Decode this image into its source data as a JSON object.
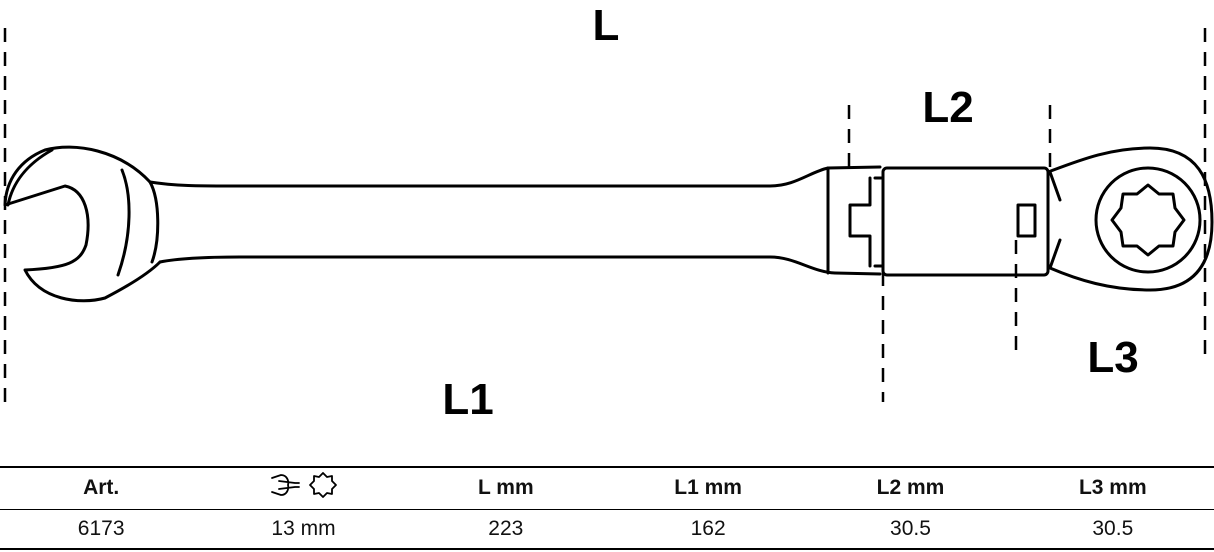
{
  "diagram": {
    "labels": {
      "overall": "L",
      "handle": "L1",
      "joint": "L2",
      "head": "L3"
    }
  },
  "table": {
    "headers": {
      "article": "Art.",
      "size_icons": "wrench-open-end-icon, twelve-point-ring-icon",
      "l": "L mm",
      "l1": "L1 mm",
      "l2": "L2 mm",
      "l3": "L3 mm"
    },
    "rows": [
      {
        "article": "6173",
        "size": "13 mm",
        "l": "223",
        "l1": "162",
        "l2": "30.5",
        "l3": "30.5"
      }
    ]
  }
}
